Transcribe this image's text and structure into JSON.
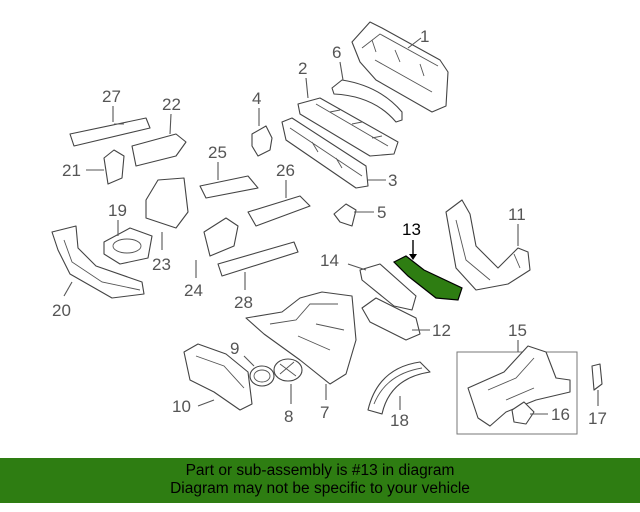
{
  "banner": {
    "line1": "Part or sub-assembly is #13 in diagram",
    "line2": "Diagram may not be specific to your vehicle",
    "color": "#2e7d12"
  },
  "diagram": {
    "highlight_color": "#2e7d12",
    "highlighted_part": "13",
    "labels": {
      "p1": "1",
      "p2": "2",
      "p3": "3",
      "p4": "4",
      "p5": "5",
      "p6": "6",
      "p7": "7",
      "p8": "8",
      "p9": "9",
      "p10": "10",
      "p11": "11",
      "p12": "12",
      "p13": "13",
      "p14": "14",
      "p15": "15",
      "p16": "16",
      "p17": "17",
      "p18": "18",
      "p19": "19",
      "p20": "20",
      "p21": "21",
      "p22": "22",
      "p23": "23",
      "p24": "24",
      "p25": "25",
      "p26": "26",
      "p27": "27",
      "p28": "28"
    }
  }
}
